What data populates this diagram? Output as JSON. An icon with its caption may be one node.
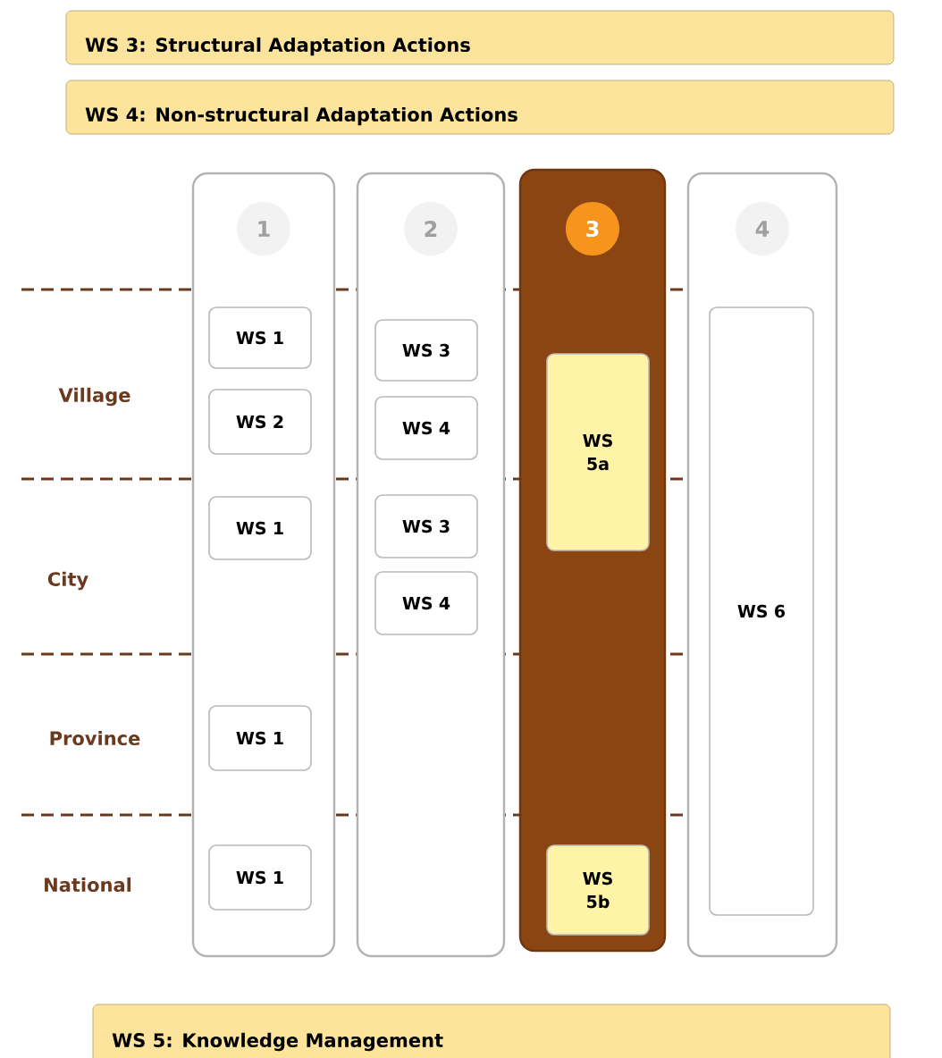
{
  "diagram": {
    "nodes": [
      {
        "text": [
          "WS 3: Structural Adaptation Actions"
        ]
      },
      {
        "text": [
          "WS 4: Non-structural Adaptation Actions"
        ]
      },
      {
        "text": [
          "1"
        ]
      },
      {
        "text": [
          "WS 1"
        ],
        "in": 2
      },
      {
        "text": [
          "WS 2"
        ],
        "in": 2
      },
      {
        "text": [
          "WS 1"
        ],
        "in": 2
      },
      {
        "text": [
          "WS 1"
        ],
        "in": 2
      },
      {
        "text": [
          "WS 1"
        ],
        "in": 2
      },
      {
        "text": [
          "2"
        ]
      },
      {
        "text": [
          "WS 3"
        ],
        "in": 8
      },
      {
        "text": [
          "WS 4"
        ],
        "in": 8
      },
      {
        "text": [
          "WS 3"
        ],
        "in": 8
      },
      {
        "text": [
          "WS 4"
        ],
        "in": 8
      },
      {
        "text": [
          "3"
        ]
      },
      {
        "text": [
          "WS 5a"
        ],
        "in": 13
      },
      {
        "text": [
          "WS 5b"
        ],
        "in": 13
      },
      {
        "text": [
          "4"
        ]
      },
      {
        "text": [
          "WS 6"
        ],
        "in": 16
      },
      {
        "text": [
          "WS 5: Knowledge Management"
        ]
      }
    ],
    "labels": [
      "Village",
      "City",
      "Province",
      "National"
    ]
  }
}
